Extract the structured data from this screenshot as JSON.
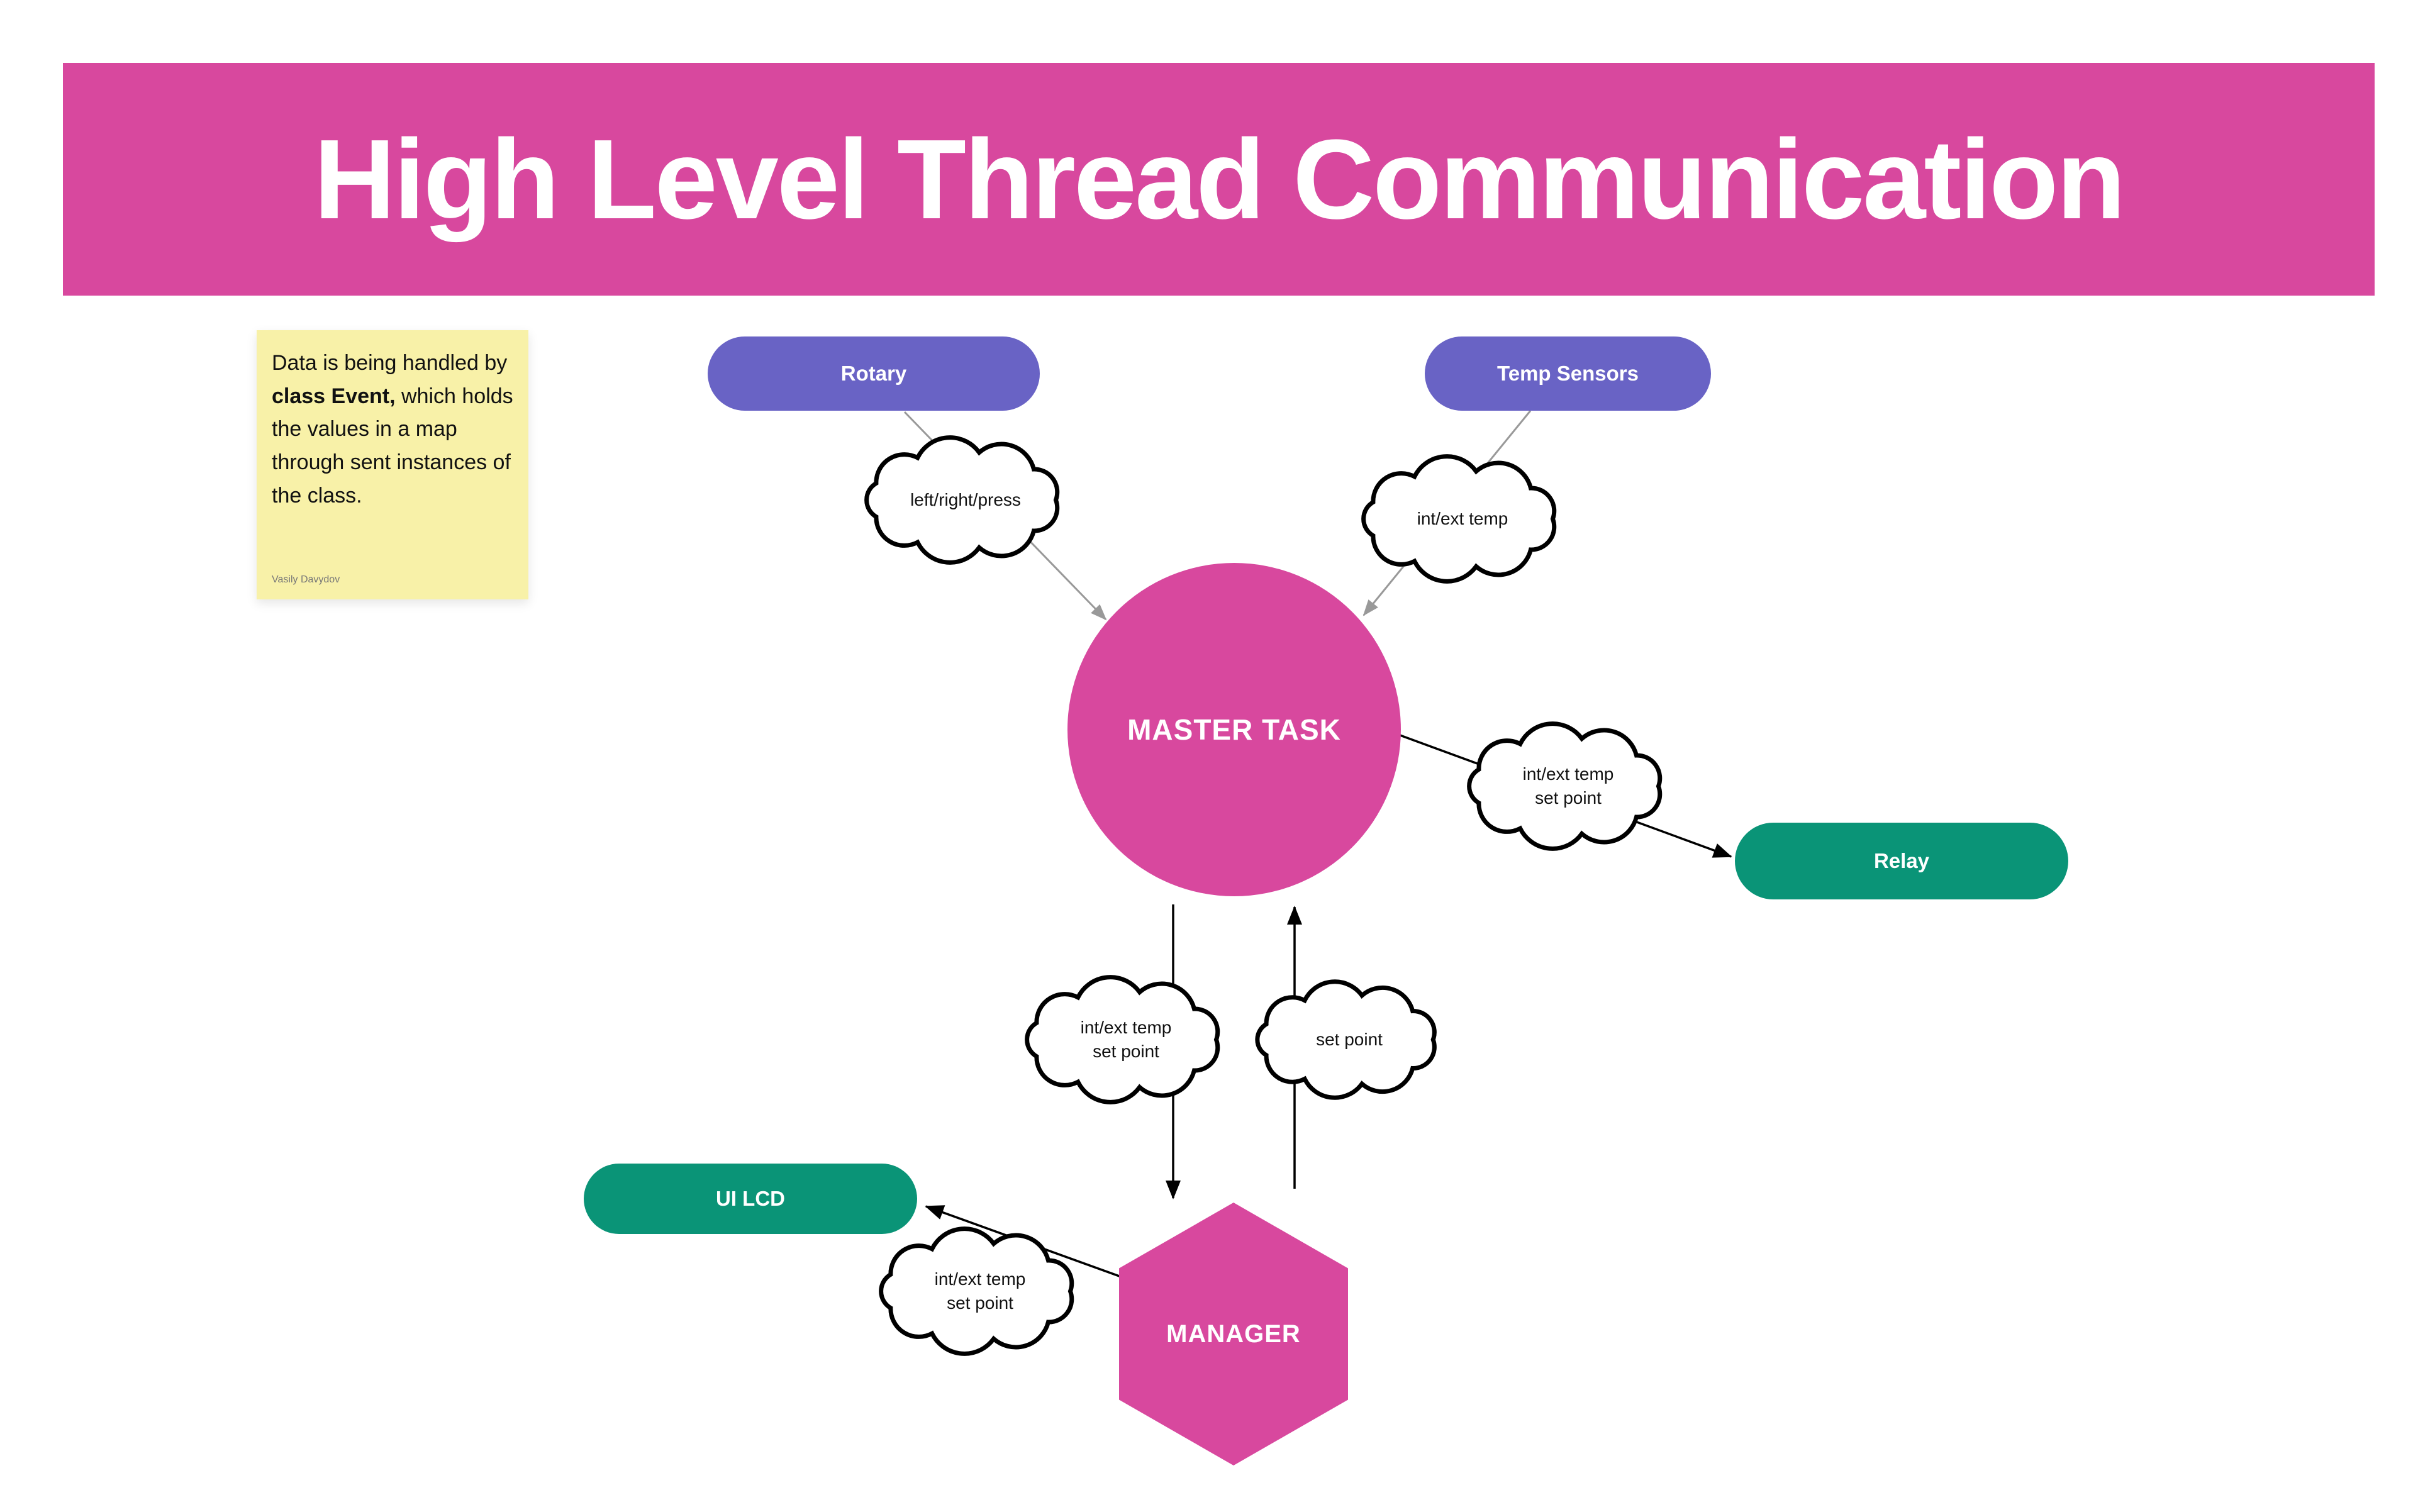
{
  "title": "High Level Thread Communication",
  "note": {
    "text_before": "Data is being handled by ",
    "text_bold": "class Event,",
    "text_after": " which holds the values in a map through sent instances of the class.",
    "author": "Vasily Davydov"
  },
  "nodes": {
    "rotary": {
      "label": "Rotary"
    },
    "temp_sensors": {
      "label": "Temp Sensors"
    },
    "master_task": {
      "label": "MASTER TASK"
    },
    "relay": {
      "label": "Relay"
    },
    "ui_lcd": {
      "label": "UI LCD"
    },
    "manager": {
      "label": "MANAGER"
    }
  },
  "clouds": {
    "rotary_to_master": {
      "line1": "left/right/press"
    },
    "temp_to_master": {
      "line1": "int/ext temp"
    },
    "master_to_relay": {
      "line1": "int/ext temp",
      "line2": "set point"
    },
    "master_to_manager": {
      "line1": "int/ext temp",
      "line2": "set point"
    },
    "manager_to_master": {
      "line1": "set point"
    },
    "manager_to_uilcd": {
      "line1": "int/ext temp",
      "line2": "set point"
    }
  },
  "colors": {
    "banner": "#d8489e",
    "node_purple": "#6963c5",
    "node_green": "#0a9477",
    "node_pink": "#d8489e",
    "note_bg": "#f8f1a8",
    "arrow_gray": "#999999",
    "arrow_black": "#000000"
  }
}
